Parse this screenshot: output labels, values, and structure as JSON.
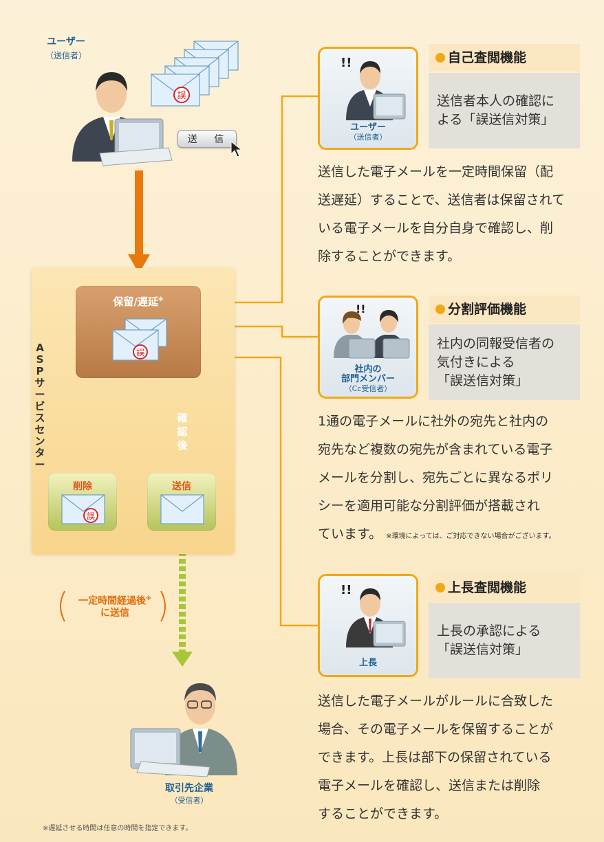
{
  "sender": {
    "label": "ユーザー",
    "sublabel": "（送信者）"
  },
  "send_button": "送 信",
  "asp_center": {
    "label_chars": [
      "A",
      "S",
      "P",
      "サ",
      "ー",
      "ビ",
      "ス",
      "セ",
      "ン",
      "タ",
      "ー"
    ]
  },
  "hold_box": {
    "title": "保留/遅延",
    "note_mark": "※"
  },
  "confirm_arrow": {
    "chars": [
      "確",
      "認",
      "後"
    ]
  },
  "delete_box": {
    "title": "削除"
  },
  "send_box": {
    "title": "送信"
  },
  "after_time": {
    "line1": "一定時間経過後",
    "note_mark": "※",
    "line2": "に送信"
  },
  "receiver": {
    "label": "取引先企業",
    "sublabel": "（受信者）"
  },
  "footnote": "※遅延させる時間は任意の時間を指定できます。",
  "mail_mark": "誤",
  "features": [
    {
      "card_label": "ユーザー",
      "card_sublabel": "（送信者）",
      "title": "自己査閲機能",
      "body": "送信者本人の確認による「誤送信対策」",
      "desc_lines": [
        "送信した電子メールを一定時間保留（配",
        "送遅延）することで、送信者は保留されて",
        "いる電子メールを自分自身で確認し、削",
        "除することができます。"
      ]
    },
    {
      "card_label": "社内の",
      "card_label2": "部門メンバー",
      "card_sublabel": "（Cc受信者）",
      "title": "分割評価機能",
      "body_lines": [
        "社内の同報受信者の",
        "気付きによる",
        "「誤送信対策」"
      ],
      "desc_lines": [
        "1通の電子メールに社外の宛先と社内の",
        "宛先など複数の宛先が含まれている電子",
        "メールを分割し、宛先ごとに異なるポリ",
        "シーを適用可能な分割評価が搭載され",
        "ています。"
      ],
      "desc_note": "※環境によっては、ご対応できない場合がございます。"
    },
    {
      "card_label": "上長",
      "title": "上長査閲機能",
      "body_lines": [
        "上長の承認による",
        "「誤送信対策」"
      ],
      "desc_lines": [
        "送信した電子メールがルールに合致した",
        "場合、その電子メールを保留することが",
        "できます。上長は部下の保留されている",
        "電子メールを確認し、送信または削除",
        "することができます。"
      ]
    }
  ],
  "colors": {
    "accent": "#f0a818",
    "arrow_orange": "#e8790f",
    "arrow_brown": "#8b3d1e",
    "arrow_green": "#a8c63a",
    "label_blue": "#1f5f94",
    "bg": "#fbe9c3"
  }
}
